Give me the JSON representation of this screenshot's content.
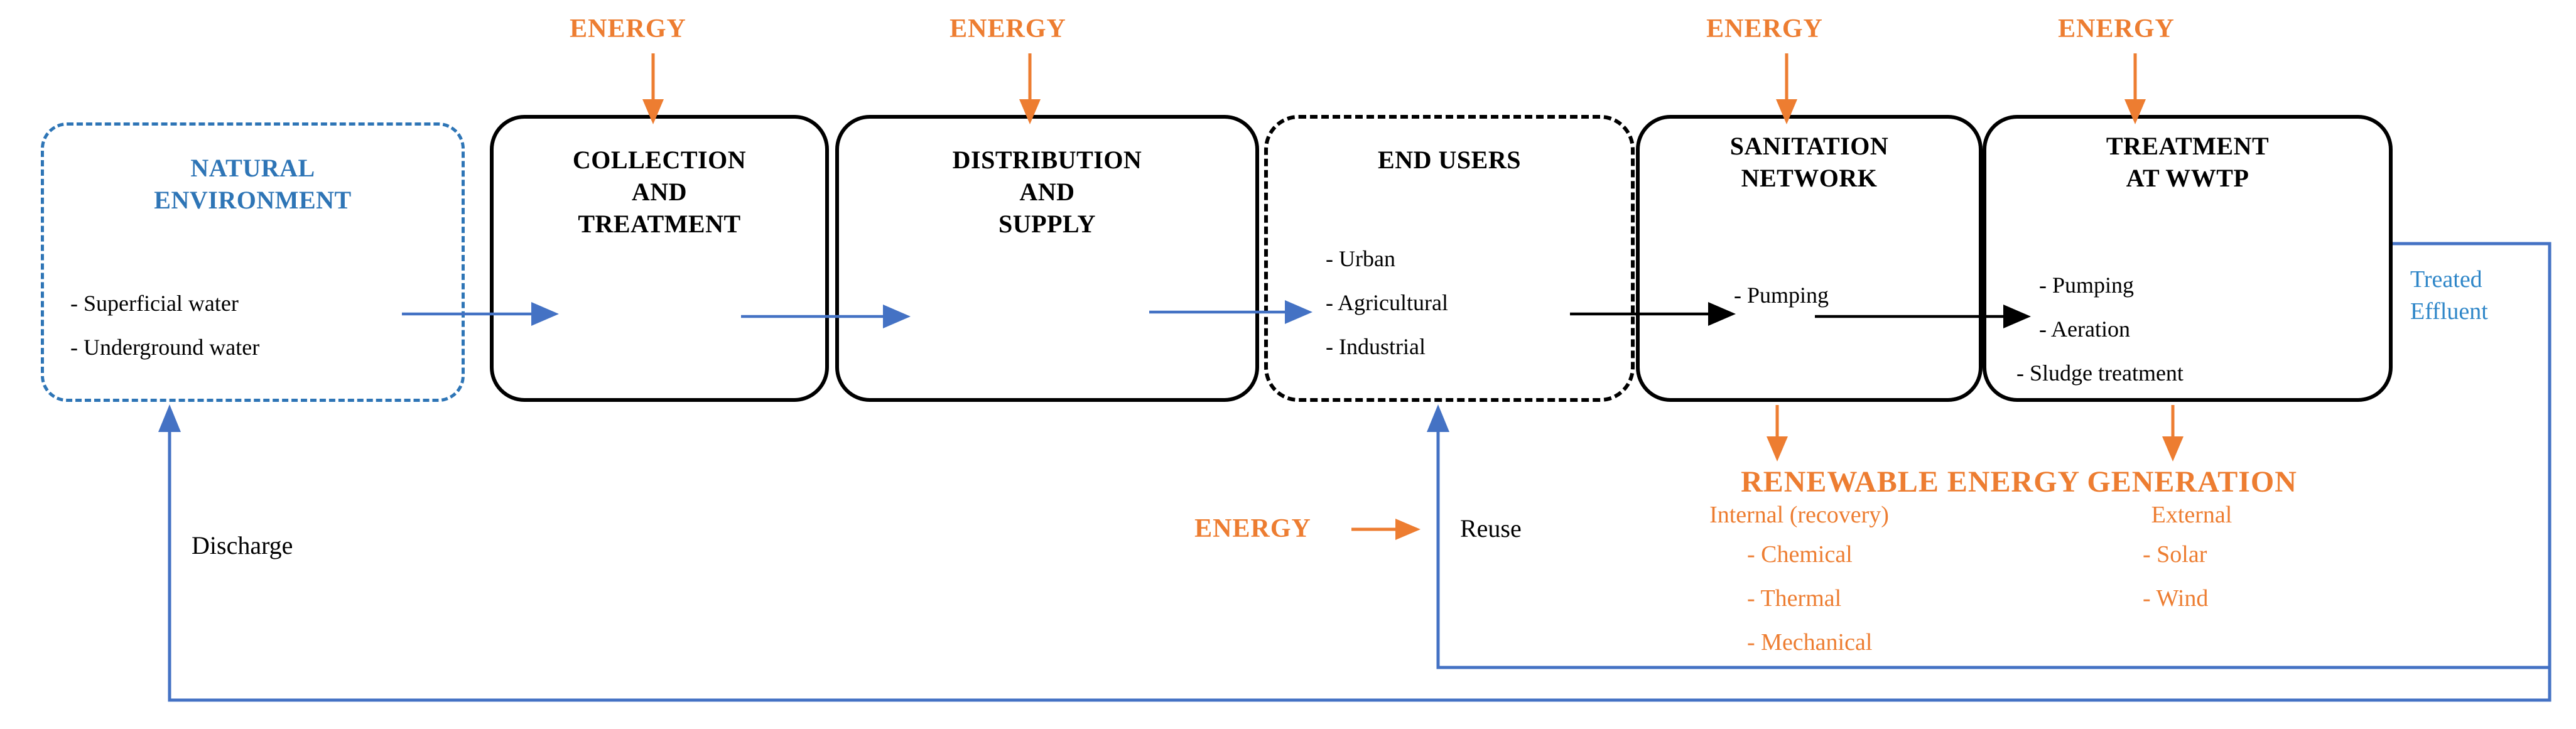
{
  "diagram": {
    "energy_label": "ENERGY",
    "boxes": {
      "natural_environment": {
        "title_lines": [
          "NATURAL",
          "ENVIRONMENT"
        ],
        "items": [
          "- Superficial water",
          "- Underground water"
        ]
      },
      "collection": {
        "title_lines": [
          "COLLECTION",
          "AND",
          "TREATMENT"
        ]
      },
      "distribution": {
        "title_lines": [
          "DISTRIBUTION",
          "AND",
          "SUPPLY"
        ]
      },
      "end_users": {
        "title": "END USERS",
        "items": [
          "- Urban",
          "- Agricultural",
          "- Industrial"
        ]
      },
      "sanitation": {
        "title_lines": [
          "SANITATION",
          "NETWORK"
        ],
        "items": [
          "- Pumping"
        ]
      },
      "wwtp": {
        "title_lines": [
          "TREATMENT",
          "AT WWTP"
        ],
        "items": [
          "- Pumping",
          "- Aeration",
          "- Sludge treatment"
        ]
      }
    },
    "labels": {
      "discharge": "Discharge",
      "reuse": "Reuse",
      "treated_effluent": "Treated Effluent"
    },
    "renewable": {
      "title": "RENEWABLE ENERGY GENERATION",
      "internal_header": "Internal (recovery)",
      "internal_items": [
        "- Chemical",
        "- Thermal",
        "- Mechanical"
      ],
      "external_header": "External",
      "external_items": [
        "- Solar",
        "- Wind"
      ]
    },
    "colors": {
      "orange": "#ED7D31",
      "flow_blue": "#4472C4",
      "text_blue": "#2E75B6",
      "treated_blue": "#2E86C8",
      "black": "#000000"
    }
  }
}
